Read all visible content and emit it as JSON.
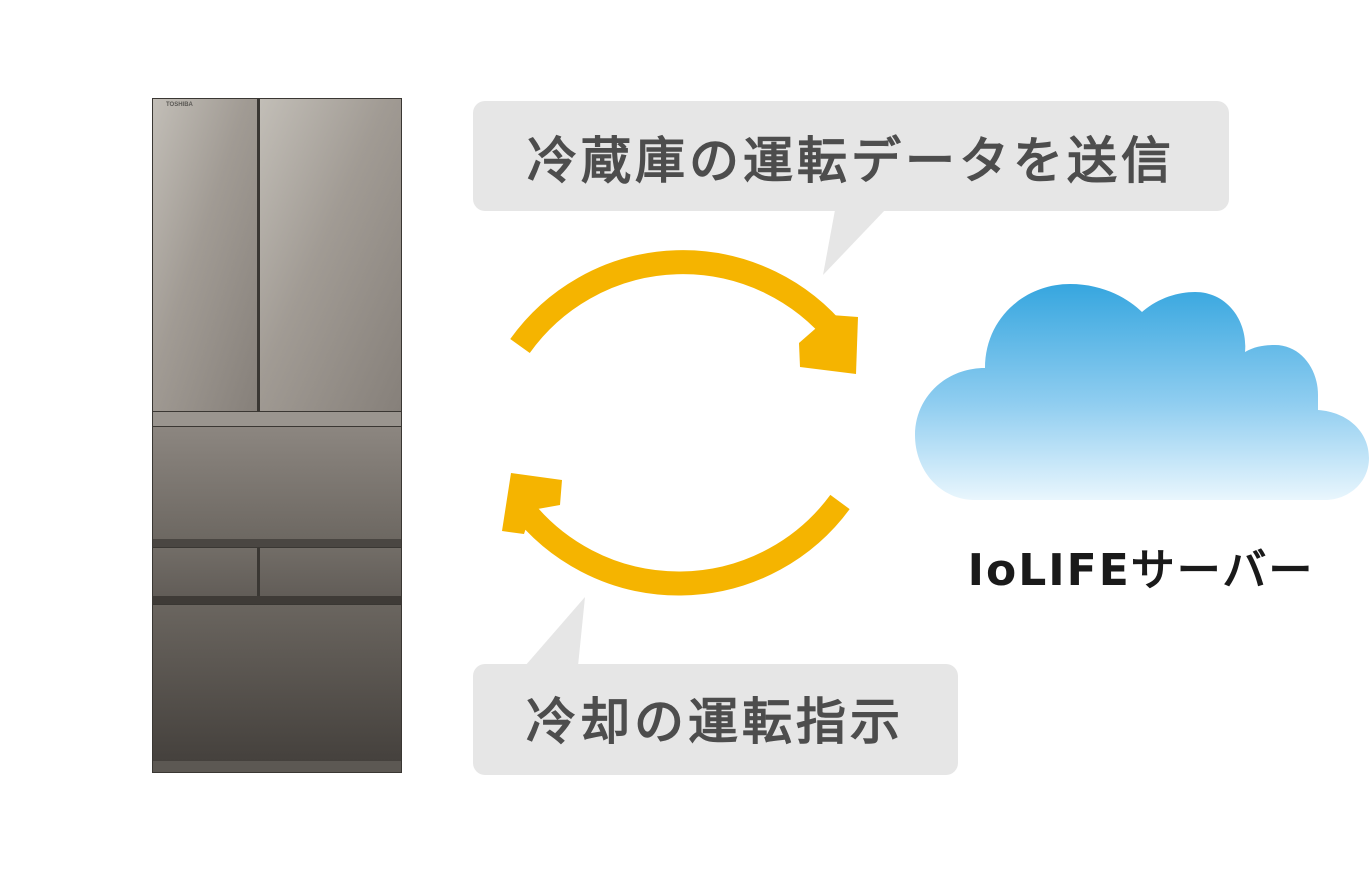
{
  "refrigerator": {
    "brand_label": "TOSHIBA"
  },
  "bubbles": {
    "send_data": "冷蔵庫の運転データを送信",
    "cooling_instruction": "冷却の運転指示"
  },
  "server": {
    "label": "IoLIFEサーバー"
  },
  "colors": {
    "arrow": "#f5b400",
    "bubble": "#e6e6e6",
    "bubble_text": "#4d4d4d",
    "cloud_top": "#39a8e0",
    "cloud_bottom": "#e6f4fc",
    "label_text": "#1a1a1a"
  }
}
